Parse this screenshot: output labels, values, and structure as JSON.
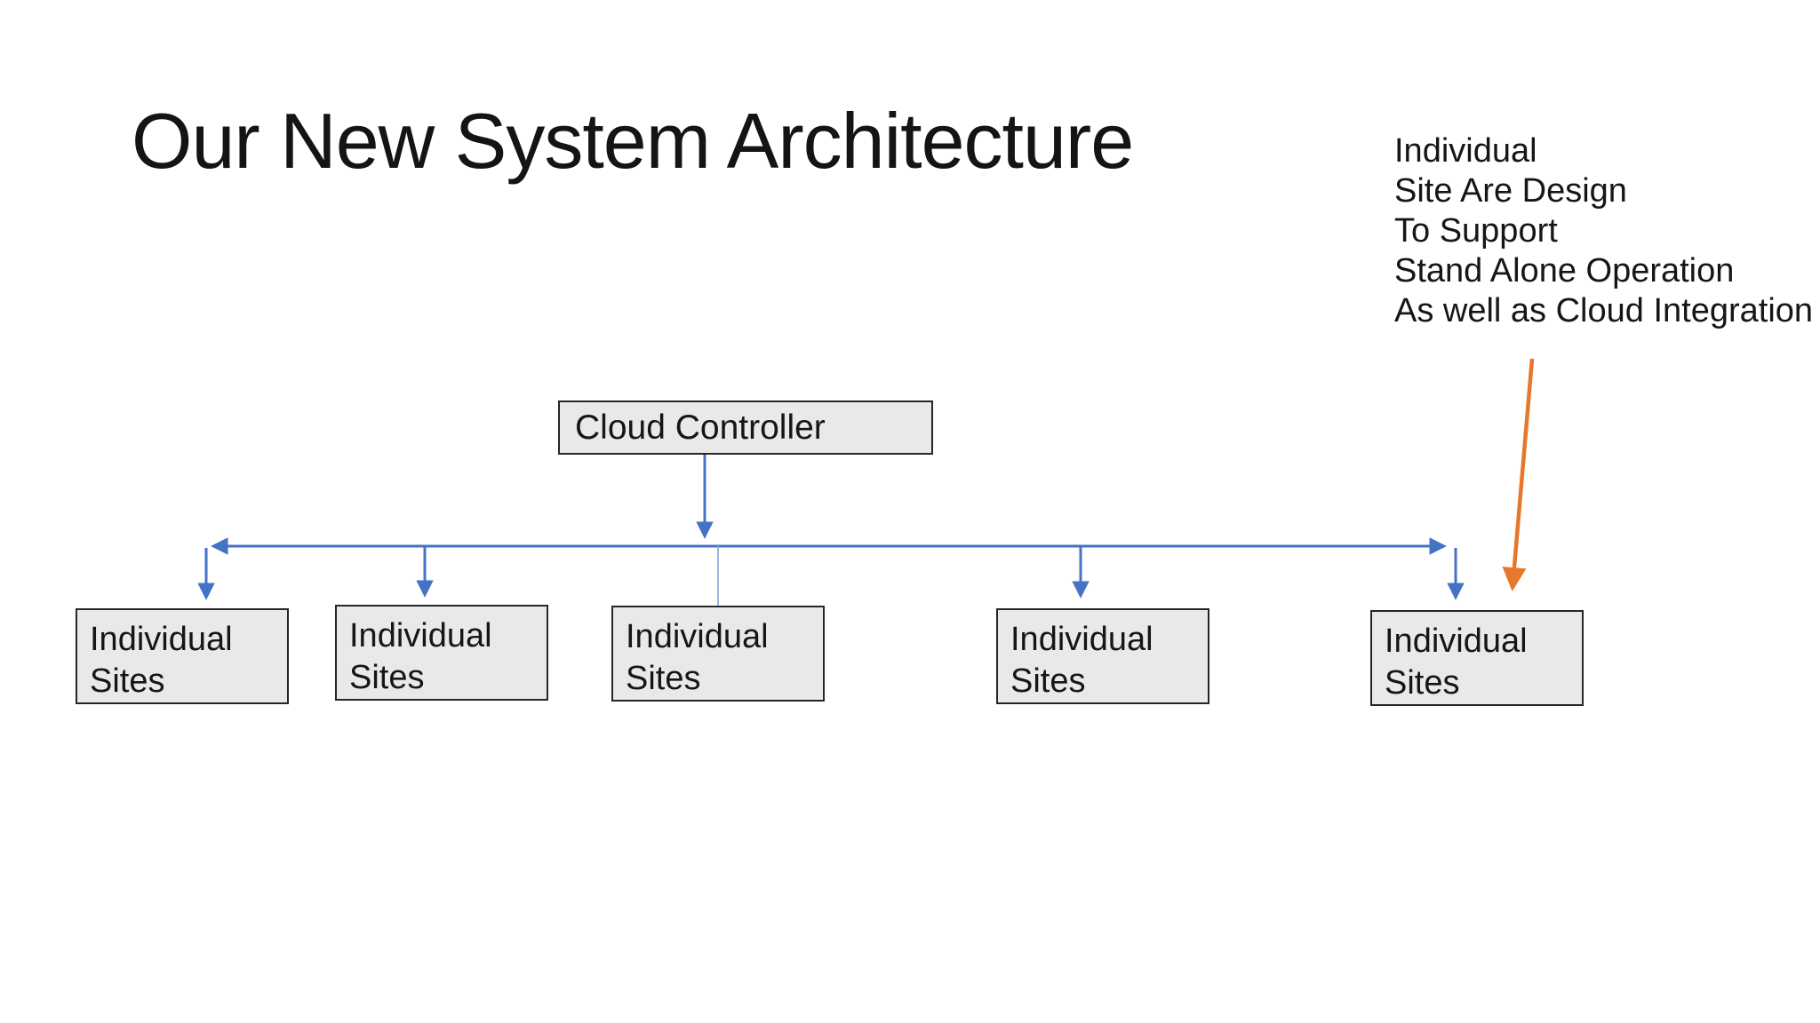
{
  "slide": {
    "title": "Our New System Architecture",
    "background_color": "#ffffff"
  },
  "annotation": {
    "lines": [
      "Individual",
      "Site Are Design",
      "To Support",
      "Stand Alone Operation",
      "As well as Cloud Integration"
    ]
  },
  "diagram": {
    "controller": {
      "label": "Cloud Controller"
    },
    "sites": [
      {
        "label": "Individual Sites"
      },
      {
        "label": "Individual Sites"
      },
      {
        "label": "Individual Sites"
      },
      {
        "label": "Individual Sites"
      },
      {
        "label": "Individual Sites"
      }
    ],
    "colors": {
      "connector_blue": "#4472C4",
      "connector_light_blue": "#93ACD7",
      "callout_arrow_orange": "#E8772E",
      "node_fill": "#e9e9e9",
      "node_border": "#262626",
      "text": "#161616"
    }
  }
}
